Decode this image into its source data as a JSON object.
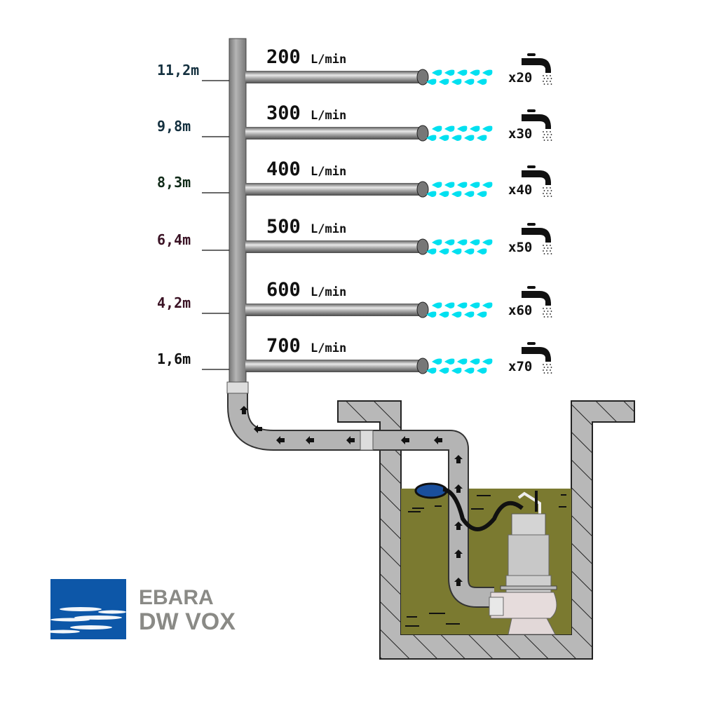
{
  "diagram": {
    "rows": [
      {
        "height": "11,2m",
        "flow": "200",
        "unit": "L/min",
        "taps": "x20",
        "height_color": "#14303f"
      },
      {
        "height": "9,8m",
        "flow": "300",
        "unit": "L/min",
        "taps": "x30",
        "height_color": "#14303f"
      },
      {
        "height": "8,3m",
        "flow": "400",
        "unit": "L/min",
        "taps": "x40",
        "height_color": "#102a18"
      },
      {
        "height": "6,4m",
        "flow": "500",
        "unit": "L/min",
        "taps": "x50",
        "height_color": "#3a1224"
      },
      {
        "height": "4,2m",
        "flow": "600",
        "unit": "L/min",
        "taps": "x60",
        "height_color": "#3a1224"
      },
      {
        "height": "1,6m",
        "flow": "700",
        "unit": "L/min",
        "taps": "x70",
        "height_color": "#111111"
      }
    ],
    "icons": {
      "tap": "faucet-icon",
      "water": "water-drops-icon",
      "flow": "flow-arrow-icon"
    },
    "colors": {
      "pipe": "#9a9a9a",
      "water": "#7b7a30",
      "wall": "#b8b8b8",
      "drops": "#00e0f0",
      "logo_blue": "#0d57a8"
    }
  },
  "logo": {
    "line1": "EBARA",
    "line2": "DW VOX"
  }
}
